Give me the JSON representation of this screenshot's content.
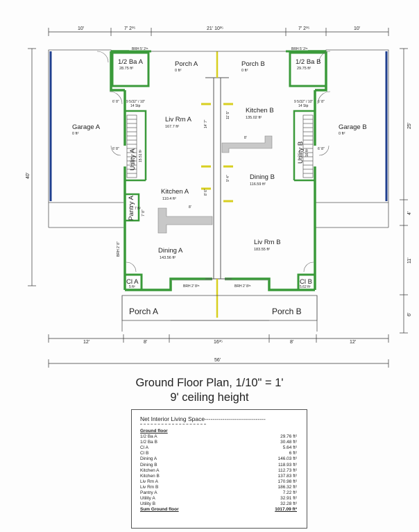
{
  "caption": {
    "title": "Ground Floor Plan, 1/10\" = 1'",
    "subtitle": "9' ceiling height"
  },
  "dimensions": {
    "top": [
      "10'",
      "7' 2³⁵",
      "21' 10³⁵",
      "7' 2³⁵",
      "10'"
    ],
    "bottom": [
      "12'",
      "8'",
      "16³⁵",
      "8'",
      "12'"
    ],
    "overall": "56'",
    "left": "40'",
    "right": [
      "25'",
      "4'",
      "11'",
      "6'"
    ]
  },
  "rooms": {
    "garage_a": {
      "name": "Garage A",
      "area": "0 ft²"
    },
    "garage_b": {
      "name": "Garage B",
      "area": "0 ft²"
    },
    "half_bath_a": {
      "name": "1/2 Ba A",
      "area": "28.75 ft²"
    },
    "half_bath_b": {
      "name": "1/2 Ba B",
      "area": "29.75 ft²"
    },
    "porch_a_top": {
      "name": "Porch A",
      "area": "0 ft²"
    },
    "porch_b_top": {
      "name": "Porch B",
      "area": "0 ft²"
    },
    "liv_rm_a": {
      "name": "Liv Rm A",
      "area": "167.7 ft²"
    },
    "kitchen_b": {
      "name": "Kitchen B",
      "area": "135.02 ft²"
    },
    "utility_a": {
      "name": "Utility A",
      "area": "15.51 ft²"
    },
    "utility_b": {
      "name": "Utility B",
      "area": "16 ft²"
    },
    "kitchen_a": {
      "name": "Kitchen A",
      "area": "110.4 ft²"
    },
    "dining_b": {
      "name": "Dining B",
      "area": "116.59 ft²"
    },
    "pantry_a": {
      "name": "Pantry A",
      "area": "7 ft²"
    },
    "dining_a": {
      "name": "Dining A",
      "area": "143.56 ft²"
    },
    "liv_rm_b": {
      "name": "Liv Rm B",
      "area": "183.55 ft²"
    },
    "cl_a": {
      "name": "Cl A",
      "area": "5 ft²"
    },
    "cl_b": {
      "name": "Cl B",
      "area": "5.62 ft²"
    },
    "porch_a_bottom": {
      "name": "Porch A"
    },
    "porch_b_bottom": {
      "name": "Porch B"
    }
  },
  "notes": {
    "brh_top_a": "BRH  5' 2³⁵",
    "brh_top_b": "BRH  5' 2³⁵",
    "brh_bottom_a": "BRH  2' 8³⁵",
    "brh_bottom_b": "BRH  2' 8³⁵",
    "stair_a": "9 5/32\" / 10\"",
    "stair_a2": "14 Stp",
    "stair_b": "9 5/32\" / 10\"",
    "stair_b2": "14 Stp",
    "dim_14_7": "14' 7\"",
    "dim_11_5": "11' 5\"",
    "dim_9_4": "9' 4\"",
    "dim_8_6": "8' 6\"",
    "dim_8a": "8'",
    "dim_8b": "8'",
    "dim_6_8a": "6' 8\"",
    "dim_6_8b": "6' 8\"",
    "dim_6_8c": "6' 8\"",
    "dim_6_8d": "6' 8\"",
    "brh_side": "BRH 2' 8\"",
    "dim_7_8": "7' 8\""
  },
  "legend": {
    "title": "Net Interior Living Space-------------------------------",
    "section": "Ground floor",
    "rows": [
      {
        "label": "1/2 Ba A",
        "value": "29.76 ft²"
      },
      {
        "label": "1/2 Ba B",
        "value": "30.48 ft²"
      },
      {
        "label": "Cl A",
        "value": "5.64 ft²"
      },
      {
        "label": "Cl B",
        "value": "6 ft²"
      },
      {
        "label": "Dining A",
        "value": "146.03 ft²"
      },
      {
        "label": "Dining B",
        "value": "118.93 ft²"
      },
      {
        "label": "Kitchen A",
        "value": "112.73 ft²"
      },
      {
        "label": "Kitchen B",
        "value": "137.83 ft²"
      },
      {
        "label": "Liv Rm A",
        "value": "170.98 ft²"
      },
      {
        "label": "Liv Rm B",
        "value": "186.32 ft²"
      },
      {
        "label": "Pantry A",
        "value": "7.22 ft²"
      },
      {
        "label": "Utility A",
        "value": "32.91 ft²"
      },
      {
        "label": "Utility B",
        "value": "32.28 ft²"
      }
    ],
    "sum": {
      "label": "Sum Ground floor",
      "value": "1017.09 ft²"
    }
  },
  "colors": {
    "wall": "#3a9a3a",
    "garage_wall": "#1f3f8f",
    "partition": "#d8cf20",
    "counter": "#c8c8c8",
    "line": "#333333"
  }
}
